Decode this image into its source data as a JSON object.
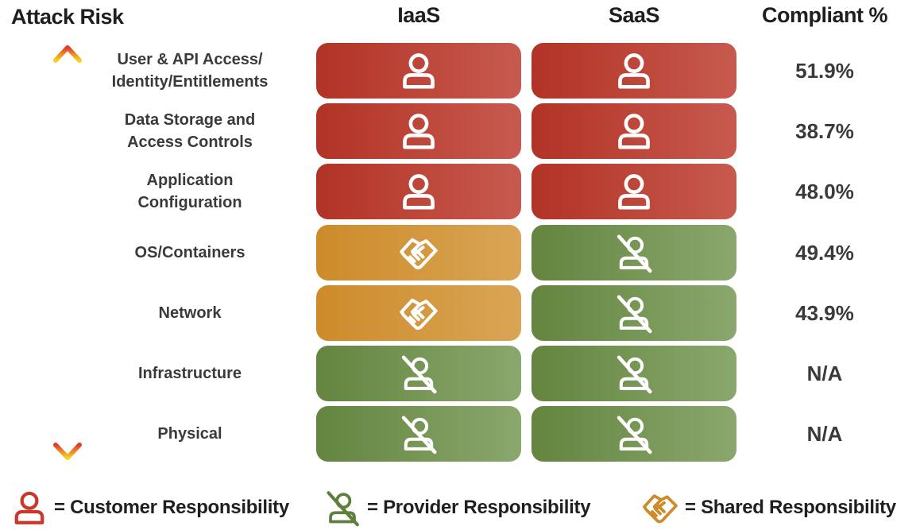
{
  "headers": {
    "risk": "Attack Risk",
    "iaas": "IaaS",
    "saas": "SaaS",
    "compliant": "Compliant %"
  },
  "colors": {
    "customer": "#b23325",
    "shared": "#cd8b2a",
    "provider": "#63853f",
    "arrow_top": "#e03a2c",
    "arrow_bottom": "#f5d320"
  },
  "rows": [
    {
      "label": "User & API Access/\nIdentity/Entitlements",
      "iaas": "customer",
      "saas": "customer",
      "compliant": "51.9%"
    },
    {
      "label": "Data Storage and\nAccess Controls",
      "iaas": "customer",
      "saas": "customer",
      "compliant": "38.7%"
    },
    {
      "label": "Application\nConfiguration",
      "iaas": "customer",
      "saas": "customer",
      "compliant": "48.0%"
    },
    {
      "label": "OS/Containers",
      "iaas": "shared",
      "saas": "provider",
      "compliant": "49.4%"
    },
    {
      "label": "Network",
      "iaas": "shared",
      "saas": "provider",
      "compliant": "43.9%"
    },
    {
      "label": "Infrastructure",
      "iaas": "provider",
      "saas": "provider",
      "compliant": "N/A"
    },
    {
      "label": "Physical",
      "iaas": "provider",
      "saas": "provider",
      "compliant": "N/A"
    }
  ],
  "icons": {
    "customer": "person-icon",
    "provider": "person-crossed-icon",
    "shared": "handshake-icon"
  },
  "legend": {
    "customer": "= Customer Responsibility",
    "provider": "= Provider Responsibility",
    "shared": "= Shared Responsibility"
  }
}
